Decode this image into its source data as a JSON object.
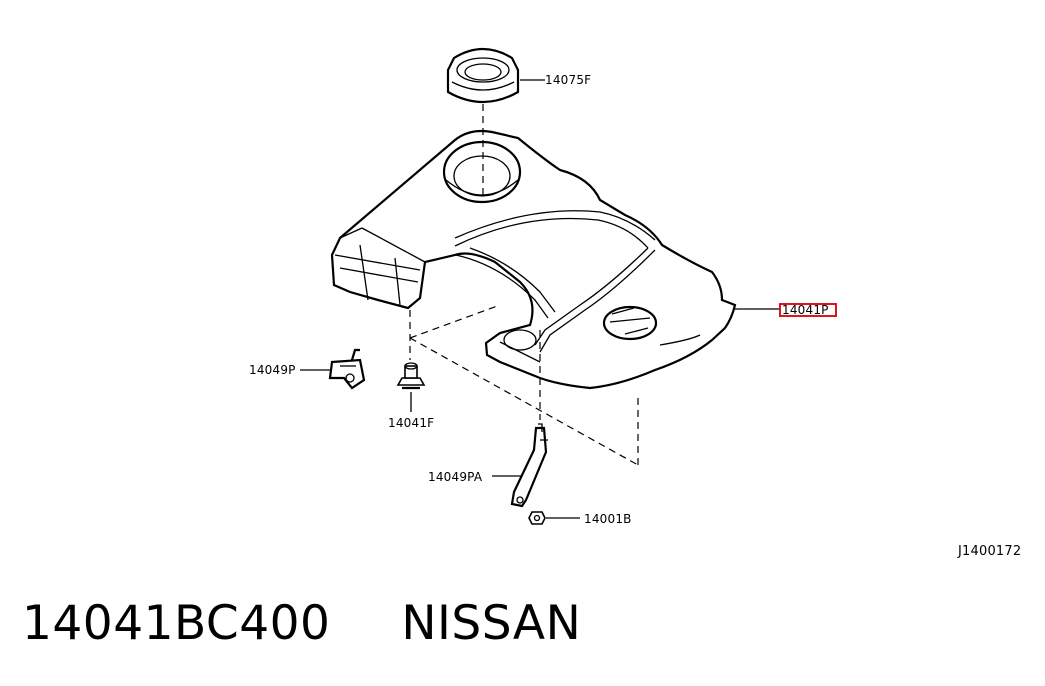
{
  "diagram": {
    "callouts": [
      {
        "id": "top-seal",
        "text": "14075F"
      },
      {
        "id": "engine-cover",
        "text": "14041P",
        "highlighted": true
      },
      {
        "id": "bracket-left",
        "text": "14049P"
      },
      {
        "id": "grommet",
        "text": "14041F"
      },
      {
        "id": "bracket-lower",
        "text": "14049PA"
      },
      {
        "id": "bolt",
        "text": "14001B"
      }
    ],
    "diagram_code": "J1400172",
    "highlight_color": "#e0141e"
  },
  "footer": {
    "part_number": "14041BC400",
    "brand": "NISSAN"
  }
}
